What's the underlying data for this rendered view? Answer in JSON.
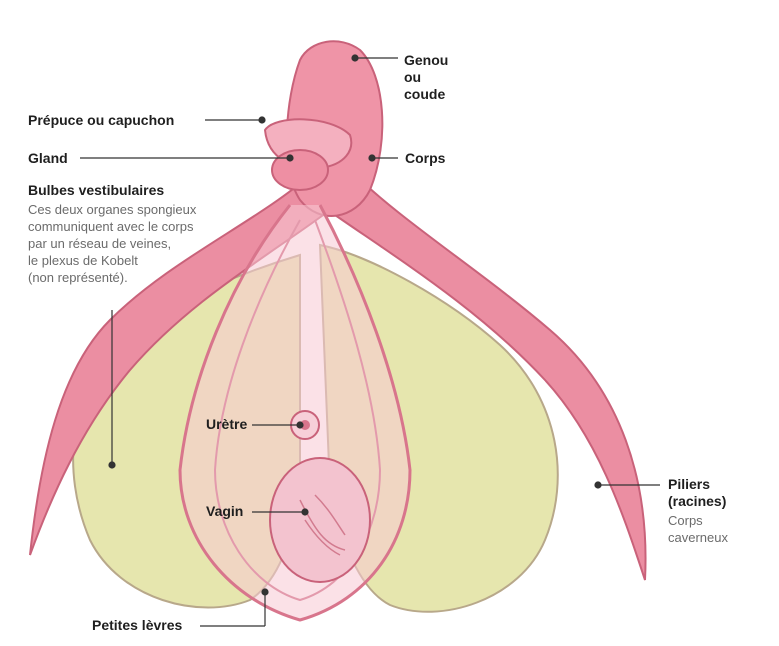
{
  "labels": {
    "genou": [
      "Genou",
      "ou",
      "coude"
    ],
    "prepuce": "Prépuce ou capuchon",
    "gland": "Gland",
    "corps": "Corps",
    "bulbes_title": "Bulbes vestibulaires",
    "bulbes_desc": [
      "Ces deux organes spongieux",
      "communiquent avec le corps",
      "par un réseau de veines,",
      "le plexus de Kobelt",
      "(non représenté)."
    ],
    "uretre": "Urètre",
    "vagin": "Vagin",
    "piliers": [
      "Piliers",
      "(racines)"
    ],
    "piliers_desc": [
      "Corps",
      "caverneux"
    ],
    "petites_levres": "Petites lèvres"
  },
  "colors": {
    "pink": "#e88a9d",
    "pink_light": "#f4b8c4",
    "pink_dark": "#c95d76",
    "bulb": "#e8e8b0",
    "bulb_dark": "#c9c98a",
    "leader": "#333333"
  }
}
